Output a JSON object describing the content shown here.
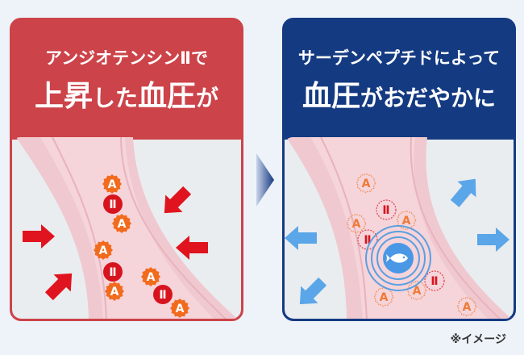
{
  "left_panel": {
    "line1": "アンジオテンシンⅡで",
    "line2_a": "上昇",
    "line2_b": "した",
    "line2_c": "血圧",
    "line2_d": "が",
    "accent": "#cc4349"
  },
  "right_panel": {
    "line1": "サーデンペプチドによって",
    "line2_a": "血圧",
    "line2_b": "がおだやかに",
    "accent": "#143a82"
  },
  "markers": {
    "angiotensinogen": "A",
    "angiotensin2": "Ⅱ"
  },
  "note": "※イメージ"
}
